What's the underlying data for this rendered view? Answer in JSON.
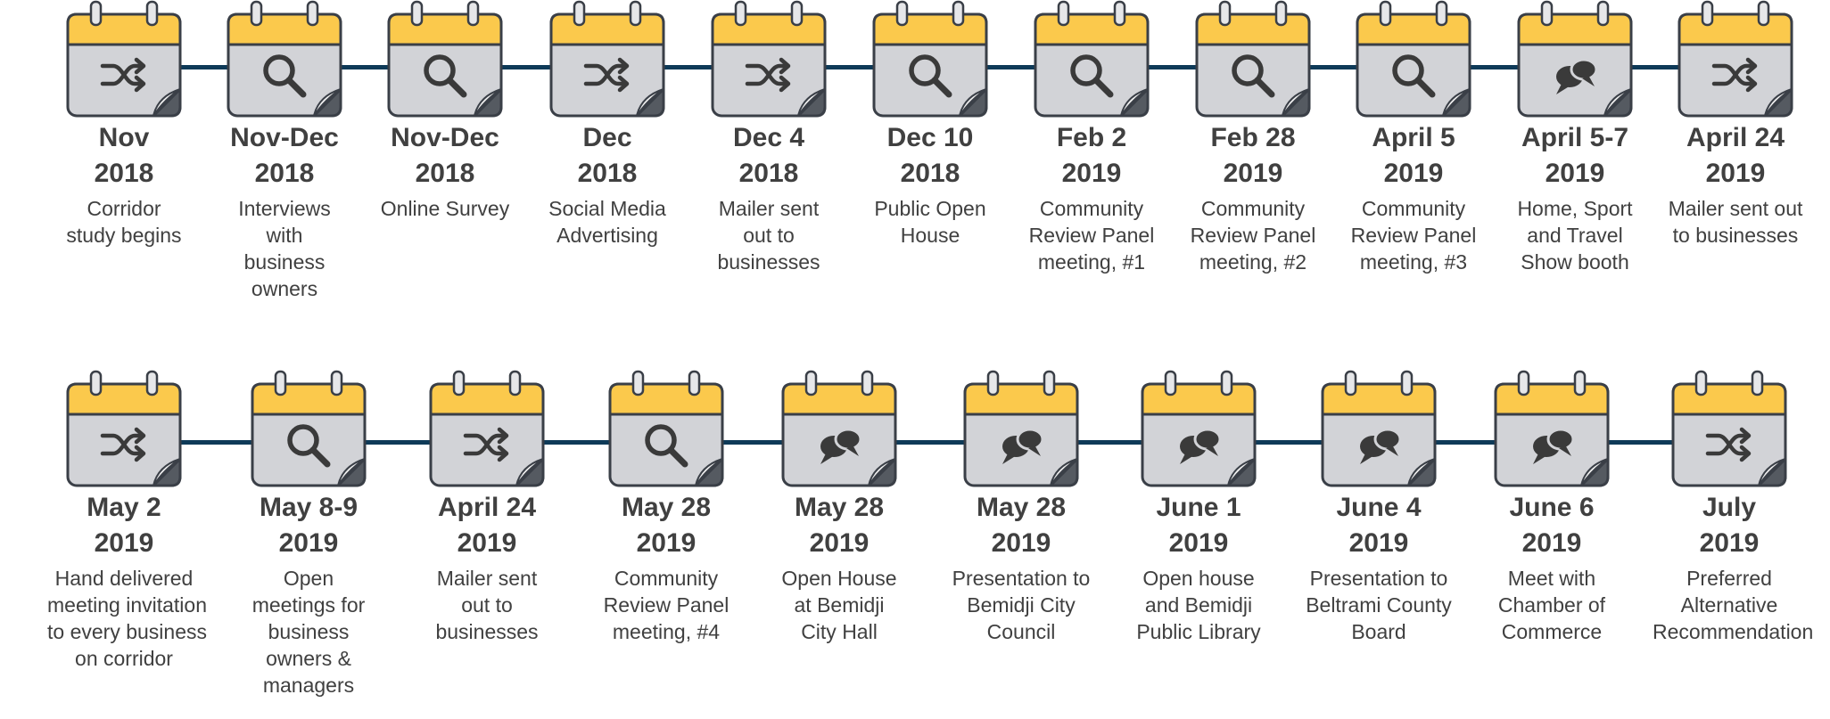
{
  "rows": [
    {
      "items": [
        {
          "icon": "shuffle-icon",
          "date": [
            "Nov",
            "2018"
          ],
          "desc": [
            "Corridor",
            "study begins"
          ]
        },
        {
          "icon": "search-icon",
          "date": [
            "Nov-Dec",
            "2018"
          ],
          "desc": [
            "Interviews",
            "with",
            "business",
            "owners"
          ]
        },
        {
          "icon": "search-icon",
          "date": [
            "Nov-Dec",
            "2018"
          ],
          "desc": [
            "Online Survey"
          ]
        },
        {
          "icon": "shuffle-icon",
          "date": [
            "Dec",
            "2018"
          ],
          "desc": [
            "Social Media",
            "Advertising"
          ]
        },
        {
          "icon": "shuffle-icon",
          "date": [
            "Dec 4",
            "2018"
          ],
          "desc": [
            "Mailer sent",
            "out to",
            "businesses"
          ]
        },
        {
          "icon": "search-icon",
          "date": [
            "Dec 10",
            "2018"
          ],
          "desc": [
            "Public Open",
            "House"
          ]
        },
        {
          "icon": "search-icon",
          "date": [
            "Feb 2",
            "2019"
          ],
          "desc": [
            "Community",
            "Review Panel",
            "meeting, #1"
          ]
        },
        {
          "icon": "search-icon",
          "date": [
            "Feb 28",
            "2019"
          ],
          "desc": [
            "Community",
            "Review Panel",
            "meeting, #2"
          ]
        },
        {
          "icon": "search-icon",
          "date": [
            "April 5",
            "2019"
          ],
          "desc": [
            "Community",
            "Review Panel",
            "meeting, #3"
          ]
        },
        {
          "icon": "speech-bubbles-icon",
          "date": [
            "April 5-7",
            "2019"
          ],
          "desc": [
            "Home, Sport",
            "and Travel",
            "Show booth"
          ]
        },
        {
          "icon": "shuffle-icon",
          "date": [
            "April 24",
            "2019"
          ],
          "desc": [
            "Mailer sent out",
            "to businesses"
          ]
        }
      ]
    },
    {
      "items": [
        {
          "icon": "shuffle-icon",
          "date": [
            "May 2",
            "2019"
          ],
          "desc": [
            "Hand delivered",
            "meeting invitation",
            "to every business",
            "on corridor"
          ]
        },
        {
          "icon": "search-icon",
          "date": [
            "May 8-9",
            "2019"
          ],
          "desc": [
            "Open",
            "meetings for",
            "business",
            "owners &",
            "managers"
          ]
        },
        {
          "icon": "shuffle-icon",
          "date": [
            "April 24",
            "2019"
          ],
          "desc": [
            "Mailer sent",
            "out to",
            "businesses"
          ]
        },
        {
          "icon": "search-icon",
          "date": [
            "May 28",
            "2019"
          ],
          "desc": [
            "Community",
            "Review Panel",
            "meeting, #4"
          ]
        },
        {
          "icon": "speech-bubbles-icon",
          "date": [
            "May 28",
            "2019"
          ],
          "desc": [
            "Open House",
            "at Bemidji",
            "City Hall"
          ]
        },
        {
          "icon": "speech-bubbles-icon",
          "date": [
            "May 28",
            "2019"
          ],
          "desc": [
            "Presentation to",
            "Bemidji City",
            "Council"
          ]
        },
        {
          "icon": "speech-bubbles-icon",
          "date": [
            "June 1",
            "2019"
          ],
          "desc": [
            "Open house",
            "and Bemidji",
            "Public Library"
          ]
        },
        {
          "icon": "speech-bubbles-icon",
          "date": [
            "June 4",
            "2019"
          ],
          "desc": [
            "Presentation to",
            "Beltrami County",
            "Board"
          ]
        },
        {
          "icon": "speech-bubbles-icon",
          "date": [
            "June 6",
            "2019"
          ],
          "desc": [
            "Meet with",
            "Chamber of",
            "Commerce"
          ]
        },
        {
          "icon": "shuffle-icon",
          "date": [
            "July",
            "2019"
          ],
          "desc": [
            "Preferred",
            "Alternative",
            "Recommendation"
          ]
        }
      ]
    }
  ],
  "colors": {
    "connector": "#0e3a58",
    "calendar_header": "#fbc94c",
    "calendar_body": "#d2d3d7",
    "outline": "#3a3f47",
    "icon": "#3a3a3a",
    "text": "#404040"
  }
}
